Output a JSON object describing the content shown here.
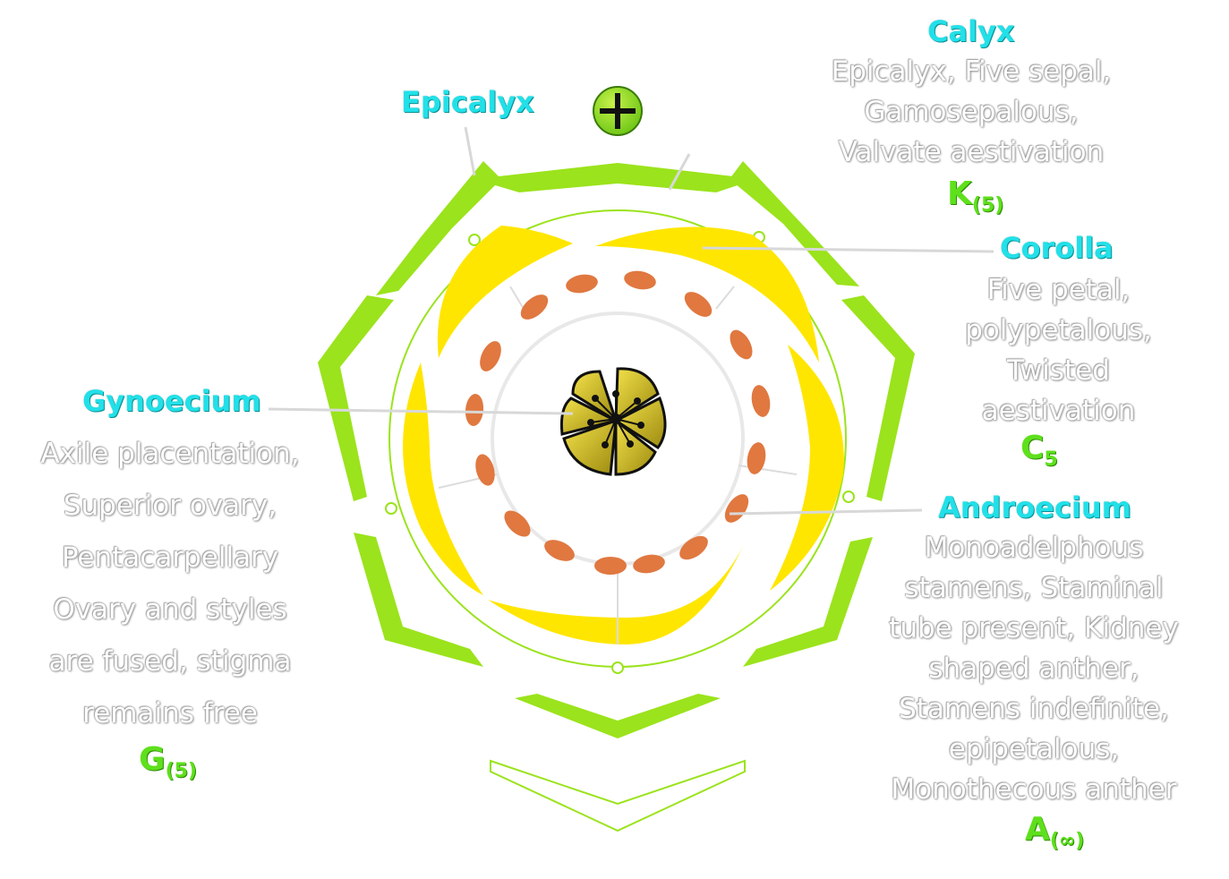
{
  "labels": {
    "calyx": "Calyx",
    "epicalyx": "Epicalyx",
    "corolla": "Corolla",
    "gynoecium": "Gynoecium",
    "androecium": "Androecium"
  },
  "descriptions": {
    "calyx": [
      "Epicalyx, Five sepal,",
      "Gamosepalous,",
      "Valvate aestivation"
    ],
    "corolla": [
      "Five petal,",
      "polypetalous,",
      "Twisted",
      "aestivation"
    ],
    "gynoecium": [
      "Axile placentation,",
      "Superior ovary,",
      "Pentacarpellary",
      "Ovary and styles",
      "are fused, stigma",
      "remains free"
    ],
    "androecium": [
      "Monoadelphous",
      "stamens, Staminal",
      "tube present, Kidney",
      "shaped anther,",
      "Stamens indefinite,",
      "epipetalous,",
      "Monothecous anther"
    ]
  },
  "formulas": {
    "calyx": {
      "letter": "K",
      "sub": "(5)"
    },
    "corolla": {
      "letter": "C",
      "sub": "5"
    },
    "gynoecium": {
      "letter": "G",
      "sub": "(5)"
    },
    "androecium": {
      "letter": "A",
      "sub": "(∞)"
    }
  },
  "symbols": {
    "bract_symbol": "bisexual-plus-icon"
  },
  "colors": {
    "label": "#22e0e8",
    "formula": "#5ee01c",
    "sepal": "#9be31c",
    "petal": "#ffe600",
    "stamen": "#e07840",
    "ovary": "#c9b21a"
  }
}
